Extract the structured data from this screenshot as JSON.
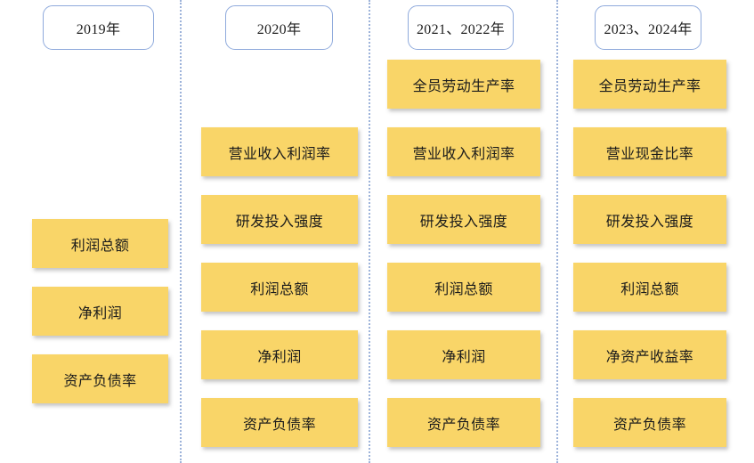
{
  "diagram": {
    "title_visible": false,
    "background_color": "#FFFFFF",
    "box_fill_color": "#F9D568",
    "header_border_color": "#8FAADC",
    "divider_color": "#9DB3DA",
    "columns": [
      {
        "id": "col-2019",
        "header": "2019年",
        "items": [
          "利润总额",
          "净利润",
          "资产负债率"
        ]
      },
      {
        "id": "col-2020",
        "header": "2020年",
        "items": [
          "营业收入利润率",
          "研发投入强度",
          "利润总额",
          "净利润",
          "资产负债率"
        ]
      },
      {
        "id": "col-2021-2022",
        "header": "2021、2022年",
        "items": [
          "全员劳动生产率",
          "营业收入利润率",
          "研发投入强度",
          "利润总额",
          "净利润",
          "资产负债率"
        ]
      },
      {
        "id": "col-2023-2024",
        "header": "2023、2024年",
        "items": [
          "全员劳动生产率",
          "营业现金比率",
          "研发投入强度",
          "利润总额",
          "净资产收益率",
          "资产负债率"
        ]
      }
    ]
  }
}
